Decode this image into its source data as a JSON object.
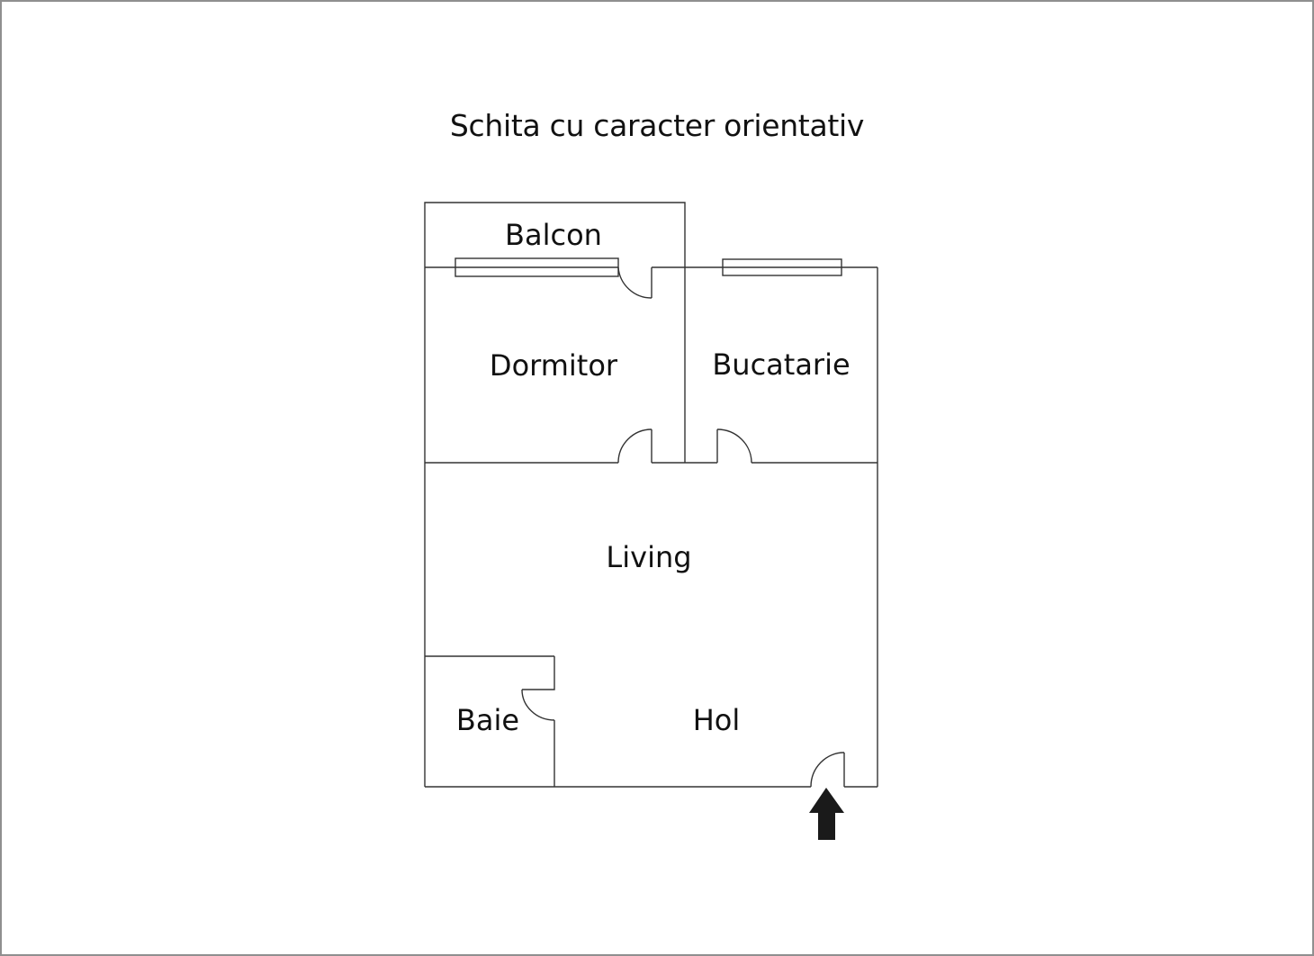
{
  "title": "Schita cu caracter orientativ",
  "rooms": {
    "balcon": "Balcon",
    "dormitor": "Dormitor",
    "bucatarie": "Bucatarie",
    "living": "Living",
    "baie": "Baie",
    "hol": "Hol"
  },
  "entrance": {
    "icon": "arrow-up-icon"
  },
  "colors": {
    "walls": "#333333",
    "border": "#8f8f8f",
    "arrow": "#1a1a1a",
    "background": "#ffffff"
  }
}
